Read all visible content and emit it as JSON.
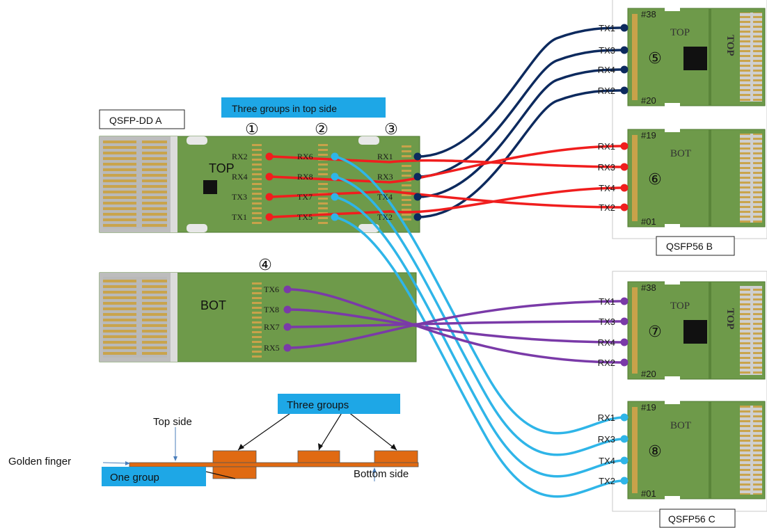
{
  "title": "Wiring diagram",
  "colors": {
    "pcb": "#6e9a4a",
    "pcb_dark": "#4f7a32",
    "gold": "#c8a24a",
    "navy": "#0d2a5e",
    "red": "#f01e1e",
    "cyan": "#2fb5e8",
    "purple": "#7a3aa8",
    "callout_bg": "#1ea7e6",
    "copper": "#e06a12"
  },
  "labels": {
    "qsfp_dd_a": "QSFP-DD A",
    "qsfp56_b": "QSFP56 B",
    "qsfp56_c": "QSFP56 C",
    "three_groups_top": "Three groups in top side",
    "three_groups": "Three groups",
    "one_group": "One group",
    "top_side": "Top side",
    "bottom_side": "Bottom side",
    "golden_finger": "Golden finger"
  },
  "qsfp_dd": {
    "top": {
      "word": "TOP",
      "groups": [
        "①",
        "②",
        "③"
      ],
      "group1_pins": [
        "RX2",
        "RX4",
        "TX3",
        "TX1"
      ],
      "group2_pins": [
        "RX6",
        "RX8",
        "TX7",
        "TX5"
      ],
      "group3_pins": [
        "RX1",
        "RX3",
        "TX4",
        "TX2"
      ]
    },
    "bottom": {
      "word": "BOT",
      "group": "④",
      "pins": [
        "TX6",
        "TX8",
        "RX7",
        "RX5"
      ]
    }
  },
  "qsfp56_b": {
    "top_board": {
      "word": "TOP",
      "side_word": "TOP",
      "circle": "⑤",
      "pin_hi": "#38",
      "pin_lo": "#20",
      "pins": [
        "TX1",
        "TX3",
        "RX4",
        "RX2"
      ]
    },
    "bot_board": {
      "word": "BOT",
      "circle": "⑥",
      "pin_hi": "#19",
      "pin_lo": "#01",
      "pins": [
        "RX1",
        "RX3",
        "TX4",
        "TX2"
      ]
    }
  },
  "qsfp56_c": {
    "top_board": {
      "word": "TOP",
      "side_word": "TOP",
      "circle": "⑦",
      "pin_hi": "#38",
      "pin_lo": "#20",
      "pins": [
        "TX1",
        "TX3",
        "RX4",
        "RX2"
      ]
    },
    "bot_board": {
      "word": "BOT",
      "circle": "⑧",
      "pin_hi": "#19",
      "pin_lo": "#01",
      "pins": [
        "RX1",
        "RX3",
        "TX4",
        "TX2"
      ]
    }
  }
}
